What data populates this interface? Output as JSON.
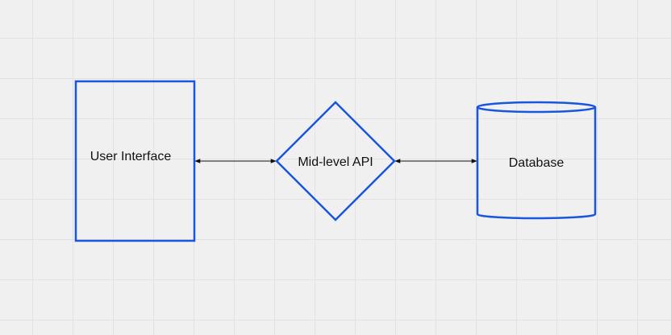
{
  "diagram": {
    "nodes": {
      "user_interface": {
        "label": "User Interface",
        "shape": "rectangle"
      },
      "mid_level_api": {
        "label": "Mid-level API",
        "shape": "diamond"
      },
      "database": {
        "label": "Database",
        "shape": "cylinder"
      }
    },
    "edges": [
      {
        "from": "user_interface",
        "to": "mid_level_api",
        "direction": "bidirectional"
      },
      {
        "from": "mid_level_api",
        "to": "database",
        "direction": "bidirectional"
      }
    ],
    "colors": {
      "shape_stroke": "#1a56db",
      "connector": "#111111",
      "text": "#111111",
      "background": "#f0f0f0",
      "grid": "#e2e2e2"
    }
  }
}
